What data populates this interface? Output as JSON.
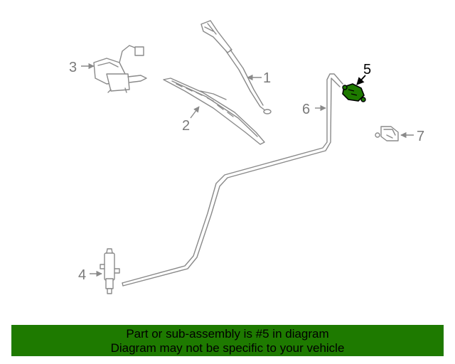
{
  "callouts": {
    "c1": "1",
    "c2": "2",
    "c3": "3",
    "c4": "4",
    "c5": "5",
    "c6": "6",
    "c7": "7"
  },
  "highlight_color": "#1e7a00",
  "part_color": "#8a8a8a",
  "banner": {
    "line1": "Part or sub-assembly is #5 in diagram",
    "line2": "Diagram may not be specific to your vehicle",
    "background": "#1e7a00"
  }
}
